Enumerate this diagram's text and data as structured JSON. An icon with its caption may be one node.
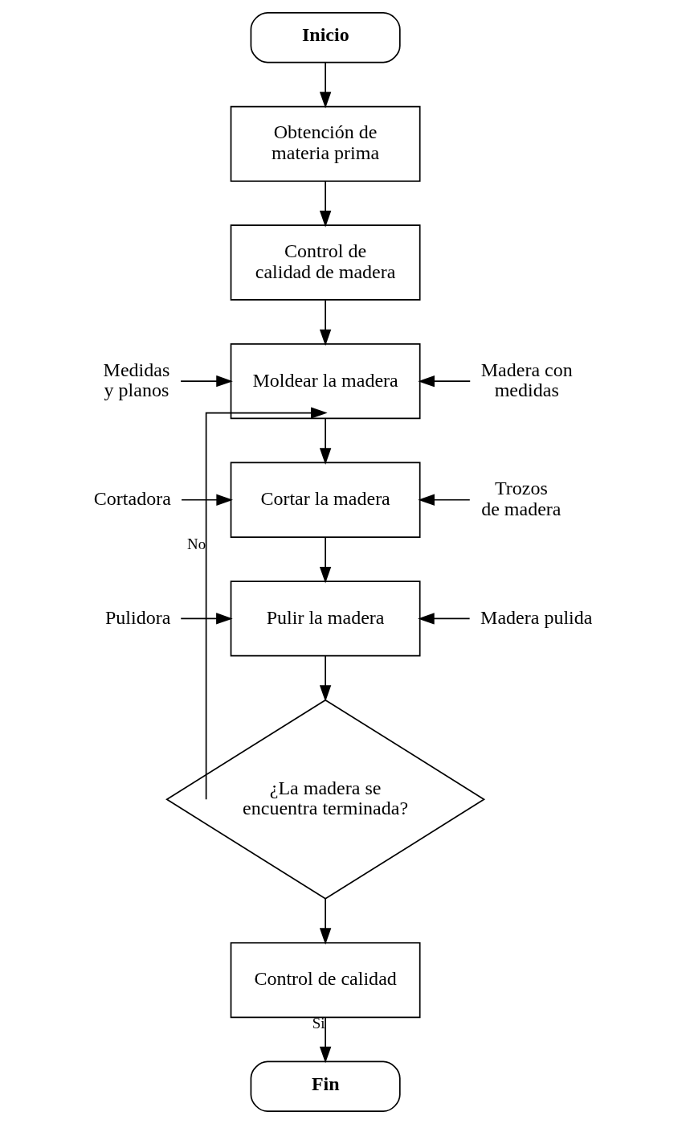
{
  "diagram": {
    "nodes": [
      {
        "text": [
          "Inicio"
        ]
      },
      {
        "text": [
          "Obtención de materia prima"
        ]
      },
      {
        "text": [
          "Control de calidad de madera"
        ]
      },
      {
        "text": [
          "Medidas y planos"
        ]
      },
      {
        "text": [
          "Moldear la madera"
        ]
      },
      {
        "text": [
          "Madera con medidas"
        ]
      },
      {
        "text": [
          "Cortadora"
        ]
      },
      {
        "text": [
          "Cortar la madera"
        ]
      },
      {
        "text": [
          "Trozos de madera"
        ]
      },
      {
        "text": [
          "Pulidora"
        ]
      },
      {
        "text": [
          "Pulir la madera"
        ]
      },
      {
        "text": [
          "Madera pulida"
        ]
      },
      {
        "text": [
          "¿La madera se encuentra terminada?"
        ]
      },
      {
        "text": [
          "Control de calidad"
        ]
      },
      {
        "text": [
          "Fin"
        ]
      }
    ],
    "edges": [
      {
        "from": 0,
        "to": 1,
        "arrow": "to"
      },
      {
        "from": 1,
        "to": 2,
        "arrow": "to"
      },
      {
        "from": 2,
        "to": 4,
        "arrow": "to"
      },
      {
        "from": 3,
        "to": 4,
        "arrow": "to"
      },
      {
        "from": 5,
        "to": 4,
        "arrow": "to"
      },
      {
        "from": 4,
        "to": 7,
        "arrow": "to"
      },
      {
        "from": 6,
        "to": 7,
        "arrow": "to"
      },
      {
        "from": 8,
        "to": 7,
        "arrow": "to"
      },
      {
        "from": 7,
        "to": 10,
        "arrow": "to"
      },
      {
        "from": 9,
        "to": 10,
        "arrow": "to"
      },
      {
        "from": 11,
        "to": 10,
        "arrow": "to"
      },
      {
        "from": 10,
        "to": 12,
        "arrow": "to"
      },
      {
        "from": 12,
        "to": 4,
        "label": "No",
        "arrow": "to"
      },
      {
        "from": 12,
        "to": 13,
        "arrow": "to"
      },
      {
        "from": 13,
        "to": 14,
        "label": "Si",
        "arrow": "to"
      }
    ]
  }
}
